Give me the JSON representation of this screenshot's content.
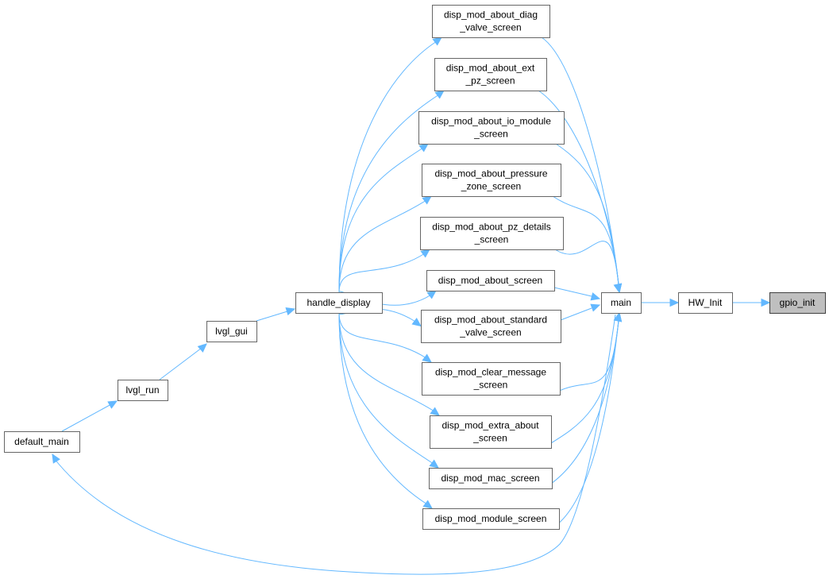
{
  "graph": {
    "title": "",
    "nodes": [
      {
        "id": "gpio_init",
        "lines": [
          "gpio_init"
        ],
        "highlight": true
      },
      {
        "id": "HW_Init",
        "lines": [
          "HW_Init"
        ]
      },
      {
        "id": "main",
        "lines": [
          "main"
        ]
      },
      {
        "id": "diag_valve",
        "lines": [
          "disp_mod_about_diag",
          "_valve_screen"
        ]
      },
      {
        "id": "ext_pz",
        "lines": [
          "disp_mod_about_ext",
          "_pz_screen"
        ]
      },
      {
        "id": "io_module",
        "lines": [
          "disp_mod_about_io_module",
          "_screen"
        ]
      },
      {
        "id": "pressure_zone",
        "lines": [
          "disp_mod_about_pressure",
          "_zone_screen"
        ]
      },
      {
        "id": "pz_details",
        "lines": [
          "disp_mod_about_pz_details",
          "_screen"
        ]
      },
      {
        "id": "about_screen",
        "lines": [
          "disp_mod_about_screen"
        ]
      },
      {
        "id": "standard_valve",
        "lines": [
          "disp_mod_about_standard",
          "_valve_screen"
        ]
      },
      {
        "id": "clear_message",
        "lines": [
          "disp_mod_clear_message",
          "_screen"
        ]
      },
      {
        "id": "extra_about",
        "lines": [
          "disp_mod_extra_about",
          "_screen"
        ]
      },
      {
        "id": "mac_screen",
        "lines": [
          "disp_mod_mac_screen"
        ]
      },
      {
        "id": "module_screen",
        "lines": [
          "disp_mod_module_screen"
        ]
      },
      {
        "id": "handle_display",
        "lines": [
          "handle_display"
        ]
      },
      {
        "id": "lvgl_gui",
        "lines": [
          "lvgl_gui"
        ]
      },
      {
        "id": "lvgl_run",
        "lines": [
          "lvgl_run"
        ]
      },
      {
        "id": "default_main",
        "lines": [
          "default_main"
        ]
      }
    ],
    "edges": [
      {
        "from": "HW_Init",
        "to": "gpio_init"
      },
      {
        "from": "main",
        "to": "HW_Init"
      },
      {
        "from": "diag_valve",
        "to": "main"
      },
      {
        "from": "ext_pz",
        "to": "main"
      },
      {
        "from": "io_module",
        "to": "main"
      },
      {
        "from": "pressure_zone",
        "to": "main"
      },
      {
        "from": "pz_details",
        "to": "main"
      },
      {
        "from": "about_screen",
        "to": "main"
      },
      {
        "from": "standard_valve",
        "to": "main"
      },
      {
        "from": "clear_message",
        "to": "main"
      },
      {
        "from": "extra_about",
        "to": "main"
      },
      {
        "from": "mac_screen",
        "to": "main"
      },
      {
        "from": "module_screen",
        "to": "main"
      },
      {
        "from": "default_main",
        "to": "main"
      },
      {
        "from": "handle_display",
        "to": "diag_valve"
      },
      {
        "from": "handle_display",
        "to": "ext_pz"
      },
      {
        "from": "handle_display",
        "to": "io_module"
      },
      {
        "from": "handle_display",
        "to": "pressure_zone"
      },
      {
        "from": "handle_display",
        "to": "pz_details"
      },
      {
        "from": "handle_display",
        "to": "about_screen"
      },
      {
        "from": "handle_display",
        "to": "standard_valve"
      },
      {
        "from": "handle_display",
        "to": "clear_message"
      },
      {
        "from": "handle_display",
        "to": "extra_about"
      },
      {
        "from": "handle_display",
        "to": "mac_screen"
      },
      {
        "from": "handle_display",
        "to": "module_screen"
      },
      {
        "from": "lvgl_gui",
        "to": "handle_display"
      },
      {
        "from": "lvgl_run",
        "to": "lvgl_gui"
      },
      {
        "from": "default_main",
        "to": "lvgl_run"
      }
    ],
    "colors": {
      "edge": "#63b8ff",
      "node_border": "#666666",
      "node_fill": "#ffffff",
      "highlight_fill": "#bfbfbf",
      "highlight_border": "#404040",
      "text": "#000000"
    }
  }
}
